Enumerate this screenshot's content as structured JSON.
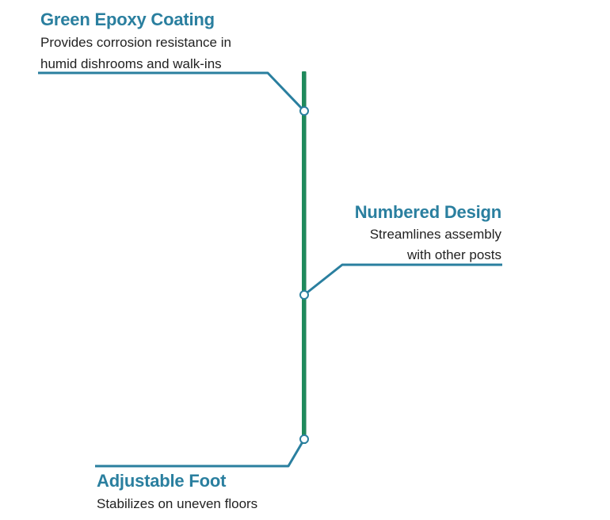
{
  "colors": {
    "title": "#2a7f9f",
    "leader_line": "#2a7f9f",
    "post": "#1f8a5c",
    "post_shadow": "#146b45",
    "marker_fill": "#ffffff",
    "text": "#222222"
  },
  "callouts": {
    "epoxy": {
      "title": "Green Epoxy Coating",
      "line1": "Provides corrosion resistance in",
      "line2": "humid dishrooms and walk-ins"
    },
    "numbered": {
      "title": "Numbered Design",
      "line1": "Streamlines assembly",
      "line2": "with other posts"
    },
    "foot": {
      "title": "Adjustable Foot",
      "line1": "Stabilizes on uneven floors"
    }
  }
}
